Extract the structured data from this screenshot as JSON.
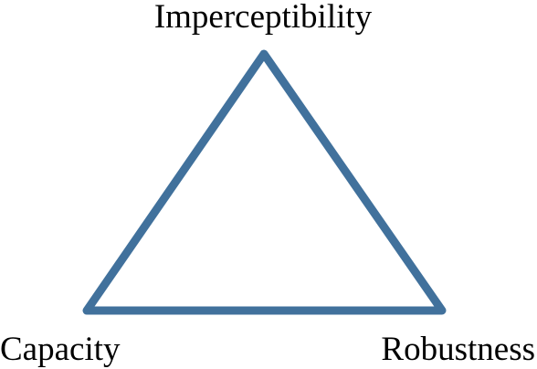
{
  "diagram": {
    "stroke_color": "#41719c",
    "labels": {
      "top": "Imperceptibility",
      "bottom_left": "Capacity",
      "bottom_right": "Robustness"
    }
  }
}
